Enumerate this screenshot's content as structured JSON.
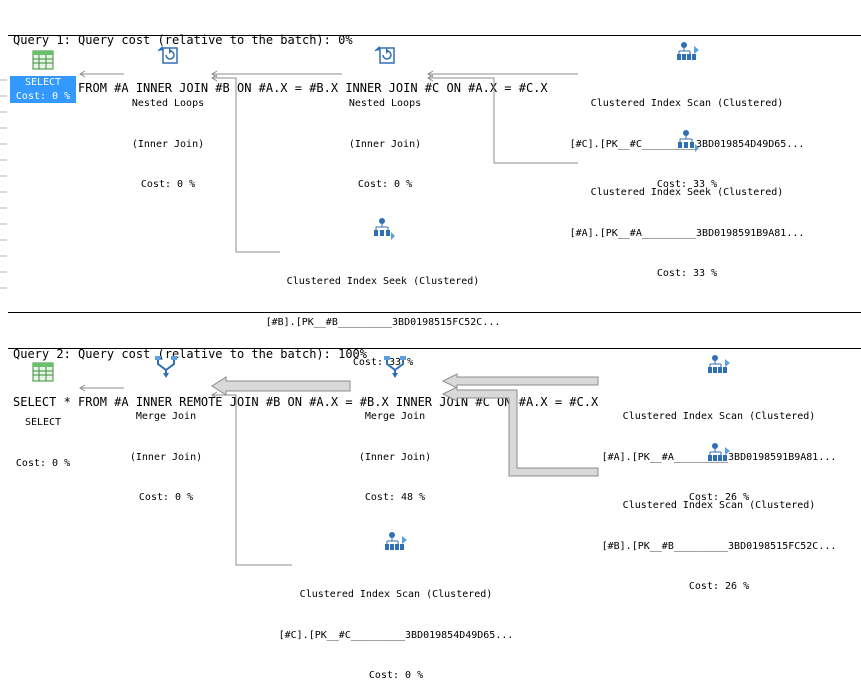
{
  "queries": [
    {
      "header": "Query 1: Query cost (relative to the batch): 0%",
      "sql": "SELECT * FROM #A INNER JOIN #B ON #A.X = #B.X INNER JOIN #C ON #A.X = #C.X",
      "select": {
        "label": "SELECT",
        "cost": "Cost: 0 %"
      },
      "nodes": [
        {
          "title": "Nested Loops",
          "sub": "(Inner Join)",
          "cost": "Cost: 0 %",
          "icon": "nested-loops-icon"
        },
        {
          "title": "Nested Loops",
          "sub": "(Inner Join)",
          "cost": "Cost: 0 %",
          "icon": "nested-loops-icon"
        },
        {
          "title": "Clustered Index Scan (Clustered)",
          "sub": "[#C].[PK__#C_________3BD019854D49D65...",
          "cost": "Cost: 33 %",
          "icon": "clustered-index-scan-icon"
        },
        {
          "title": "Clustered Index Seek (Clustered)",
          "sub": "[#A].[PK__#A_________3BD0198591B9A81...",
          "cost": "Cost: 33 %",
          "icon": "clustered-index-seek-icon"
        },
        {
          "title": "Clustered Index Seek (Clustered)",
          "sub": "[#B].[PK__#B_________3BD0198515FC52C...",
          "cost": "Cost: 33 %",
          "icon": "clustered-index-seek-icon"
        }
      ]
    },
    {
      "header": "Query 2: Query cost (relative to the batch): 100%",
      "sql": "SELECT * FROM #A INNER REMOTE JOIN #B ON #A.X = #B.X INNER JOIN #C ON #A.X = #C.X",
      "select": {
        "label": "SELECT",
        "cost": "Cost: 0 %"
      },
      "nodes": [
        {
          "title": "Merge Join",
          "sub": "(Inner Join)",
          "cost": "Cost: 0 %",
          "icon": "merge-join-icon"
        },
        {
          "title": "Merge Join",
          "sub": "(Inner Join)",
          "cost": "Cost: 48 %",
          "icon": "merge-join-icon"
        },
        {
          "title": "Clustered Index Scan (Clustered)",
          "sub": "[#A].[PK__#A_________3BD0198591B9A81...",
          "cost": "Cost: 26 %",
          "icon": "clustered-index-scan-icon"
        },
        {
          "title": "Clustered Index Scan (Clustered)",
          "sub": "[#B].[PK__#B_________3BD0198515FC52C...",
          "cost": "Cost: 26 %",
          "icon": "clustered-index-scan-icon"
        },
        {
          "title": "Clustered Index Scan (Clustered)",
          "sub": "[#C].[PK__#C_________3BD019854D49D65...",
          "cost": "Cost: 0 %",
          "icon": "clustered-index-scan-icon"
        }
      ]
    }
  ],
  "colors": {
    "selection": "#3399ff",
    "arrow_fill": "#d9d9d9",
    "arrow_stroke": "#8c8c8c",
    "icon_blue": "#2f6fb5"
  }
}
